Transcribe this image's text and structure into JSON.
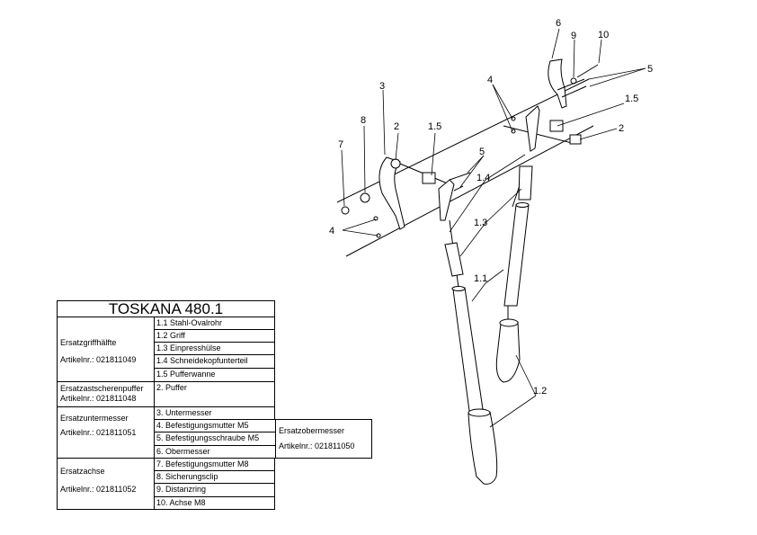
{
  "title": "TOSKANA 480.1",
  "groups": [
    {
      "name": "Ersatzgriffhälfte",
      "article": "Artikelnr.: 021811049"
    },
    {
      "name": "Ersatzastscherenpuffer",
      "article": "Artikelnr.: 021811048"
    },
    {
      "name": "Ersatzuntermesser",
      "article": "Artikelnr.: 021811051"
    },
    {
      "name": "Ersatzobermesser",
      "article": "Artikelnr.: 021811050"
    },
    {
      "name": "Ersatzachse",
      "article": "Artikelnr.: 021811052"
    }
  ],
  "parts": [
    "1.1 Stahl-Ovalrohr",
    "1.2 Griff",
    "1.3 Einpresshülse",
    "1.4 Schneidekopfunterteil",
    "1.5 Pufferwanne",
    "2.   Puffer",
    "3.   Untermesser",
    "4.   Befestigungsmutter M5",
    "5.   Befestigungsschraube M5",
    "6.   Obermesser",
    "7.   Befestigungsmutter M8",
    "8.   Sicherungsclip",
    "9.   Distanzring",
    "10. Achse M8"
  ],
  "callouts": [
    "1.1",
    "1.2",
    "1.3",
    "1.4",
    "1.5",
    "1.5",
    "2",
    "2",
    "3",
    "4",
    "4",
    "5",
    "5",
    "6",
    "7",
    "8",
    "9",
    "10"
  ]
}
